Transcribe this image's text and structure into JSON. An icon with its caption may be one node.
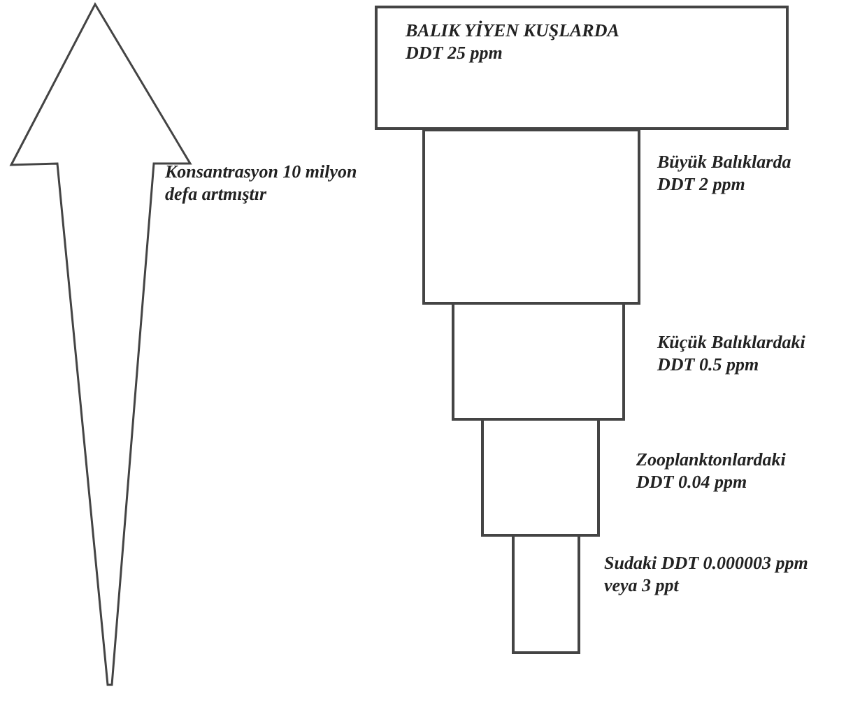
{
  "diagram": {
    "nodes": [
      {
        "text": [
          "BALIK YİYEN KUŞLARDA DDT 25 ppm"
        ]
      },
      {
        "text": [],
        "shape": "box",
        "beside": [
          "Büyük Balıklarda DDT 2 ppm"
        ]
      },
      {
        "text": [],
        "shape": "box",
        "beside": [
          "Küçük Balıklardaki DDT 0.5 ppm"
        ]
      },
      {
        "text": [],
        "shape": "box",
        "beside": [
          "Zooplanktonlardaki DDT 0.04 ppm"
        ]
      },
      {
        "text": [],
        "shape": "box",
        "beside": [
          "Sudaki DDT 0.000003 ppm veya 3 ppt"
        ]
      }
    ],
    "edges": [],
    "labels": [
      "Konsantrasyon 10 milyon defa artmıştır"
    ]
  }
}
